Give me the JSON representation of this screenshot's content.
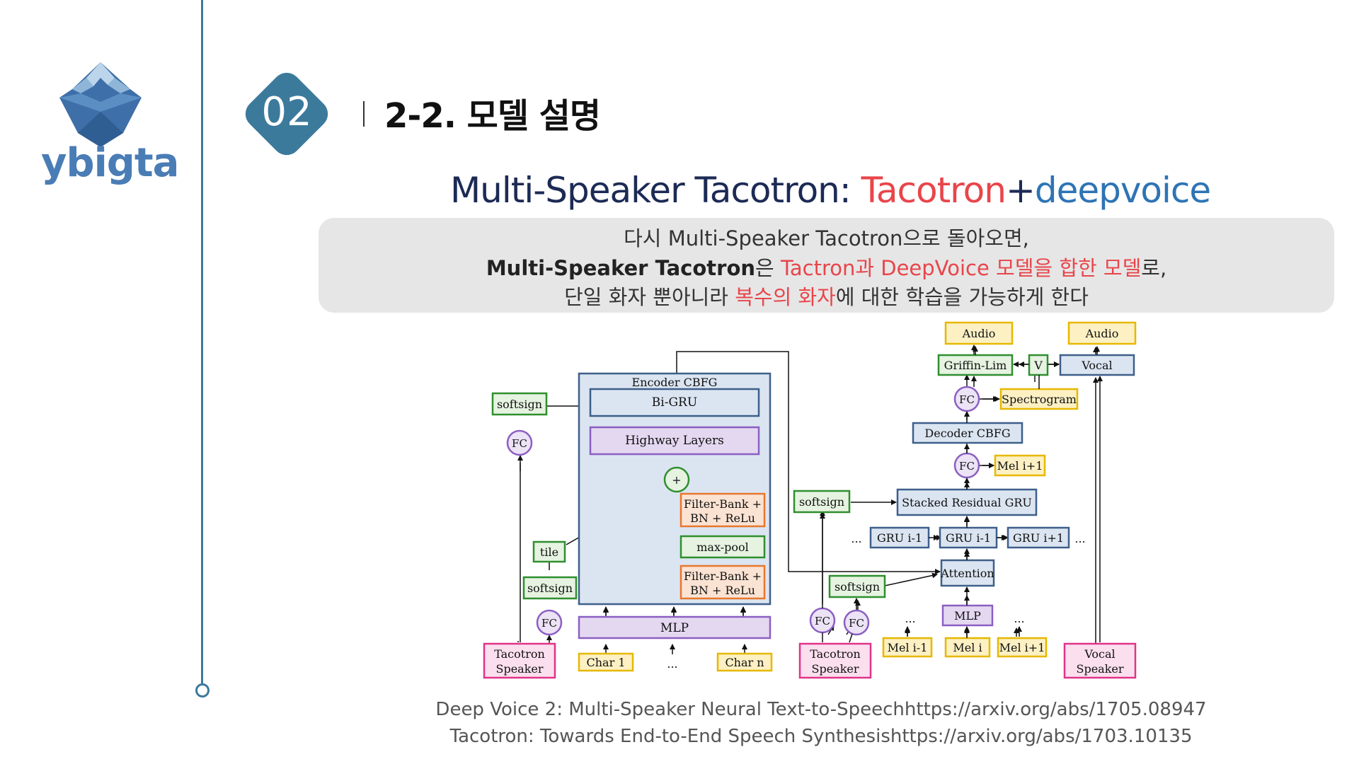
{
  "logo": {
    "text": "ybigta"
  },
  "badge": {
    "number": "02"
  },
  "section": {
    "title": "2-2. 모델 설명"
  },
  "title": {
    "prefix": "Multi-Speaker Tacotron: ",
    "part_red": "Tacotron",
    "plus": "+",
    "part_blue": "deepvoice"
  },
  "callout": {
    "line1": "다시 Multi-Speaker Tacotron으로 돌아오면,",
    "line2_bold": "Multi-Speaker Tacotron",
    "line2_a": "은 ",
    "line2_red": "Tactron과 DeepVoice 모델을 합한 모델",
    "line2_b": "로,",
    "line3_a": "단일 화자 뿐아니라 ",
    "line3_red": "복수의 화자",
    "line3_b": "에 대한 학습을 가능하게 한다"
  },
  "colors": {
    "accent": "#3c7a9c",
    "red": "#e8454a",
    "blue": "#2e74b5",
    "navy": "#1c2a55"
  },
  "diagram": {
    "encoder_title": "Encoder CBFG",
    "bigru": "Bi-GRU",
    "highway": "Highway Layers",
    "plus": "+",
    "fb1_l1": "Filter-Bank +",
    "fb1_l2": "BN + ReLu",
    "maxpool": "max-pool",
    "fb2_l1": "Filter-Bank +",
    "fb2_l2": "BN + ReLu",
    "mlp_enc": "MLP",
    "char1": "Char 1",
    "char_dots": "...",
    "charn": "Char n",
    "softsign_top": "softsign",
    "fc_top": "FC",
    "tile": "tile",
    "softsign_low": "softsign",
    "fc_low": "FC",
    "speaker_left_l1": "Tacotron",
    "speaker_left_l2": "Speaker",
    "softsign_mid": "softsign",
    "softsign_att": "softsign",
    "fc_mid1": "FC",
    "fc_mid2": "FC",
    "speaker_mid_l1": "Tacotron",
    "speaker_mid_l2": "Speaker",
    "audio1": "Audio",
    "audio2": "Audio",
    "griffin": "Griffin-Lim",
    "v": "V",
    "vocal": "Vocal",
    "fc_spec": "FC",
    "spectrogram": "Spectrogram",
    "decoder": "Decoder CBFG",
    "fc_mel": "FC",
    "mel_next": "Mel i+1",
    "stacked": "Stacked Residual GRU",
    "dots_l": "...",
    "gru1": "GRU i-1",
    "gru2": "GRU i-1",
    "gru3": "GRU i+1",
    "dots_r": "...",
    "attention": "Attention",
    "mlp_dec": "MLP",
    "dots_mel_l": "...",
    "dots_mel_r": "...",
    "mel_a": "Mel i-1",
    "mel_b": "Mel i",
    "mel_c": "Mel i+1",
    "vocal_speaker_l1": "Vocal",
    "vocal_speaker_l2": "Speaker"
  },
  "references": {
    "ref1": "Deep Voice 2: Multi-Speaker Neural Text-to-Speechhttps://arxiv.org/abs/1705.08947",
    "ref2": "Tacotron: Towards End-to-End Speech Synthesishttps://arxiv.org/abs/1703.10135"
  }
}
